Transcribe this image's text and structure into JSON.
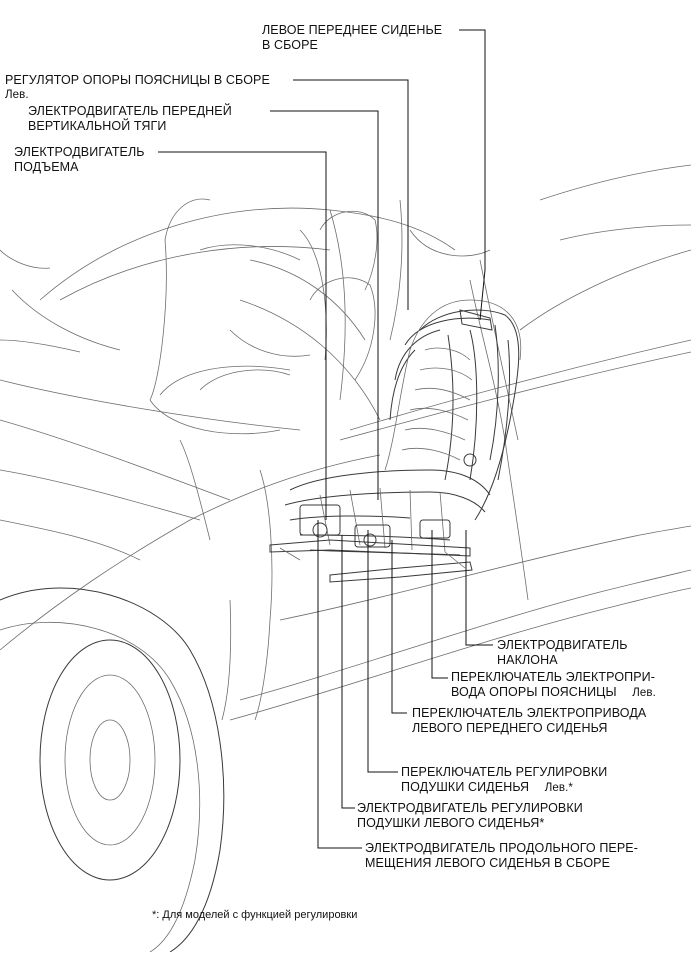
{
  "labels": {
    "seat_assy": [
      "ЛЕВОЕ ПЕРЕДНЕЕ СИДЕНЬЕ",
      "В СБОРЕ"
    ],
    "lumbar_assy": [
      "РЕГУЛЯТОР ОПОРЫ ПОЯСНИЦЫ В СБОРЕ",
      "Лев."
    ],
    "front_vertical_motor": [
      "ЭЛЕКТРОДВИГАТЕЛЬ ПЕРЕДНЕЙ",
      "ВЕРТИКАЛЬНОЙ ТЯГИ"
    ],
    "lifter_motor": [
      "ЭЛЕКТРОДВИГАТЕЛЬ",
      "ПОДЪЕМА"
    ],
    "recline_motor": [
      "ЭЛЕКТРОДВИГАТЕЛЬ",
      "НАКЛОНА"
    ],
    "lumbar_switch": [
      "ПЕРЕКЛЮЧАТЕЛЬ ЭЛЕКТРОПРИ-",
      "ВОДА ОПОРЫ ПОЯСНИЦЫ",
      "Лев."
    ],
    "front_seat_switch": [
      "ПЕРЕКЛЮЧАТЕЛЬ ЭЛЕКТРОПРИВОДА",
      "ЛЕВОГО ПЕРЕДНЕГО СИДЕНЬЯ"
    ],
    "cushion_switch": [
      "ПЕРЕКЛЮЧАТЕЛЬ РЕГУЛИРОВКИ",
      "ПОДУШКИ СИДЕНЬЯ",
      "Лев.*"
    ],
    "cushion_motor": [
      "ЭЛЕКТРОДВИГАТЕЛЬ РЕГУЛИРОВКИ",
      "ПОДУШКИ ЛЕВОГО СИДЕНЬЯ*"
    ],
    "slide_motor": [
      "ЭЛЕКТРОДВИГАТЕЛЬ ПРОДОЛЬНОГО ПЕРЕ-",
      "МЕЩЕНИЯ ЛЕВОГО СИДЕНЬЯ В СБОРЕ"
    ]
  },
  "footnote": "*: Для моделей с функцией регулировки"
}
